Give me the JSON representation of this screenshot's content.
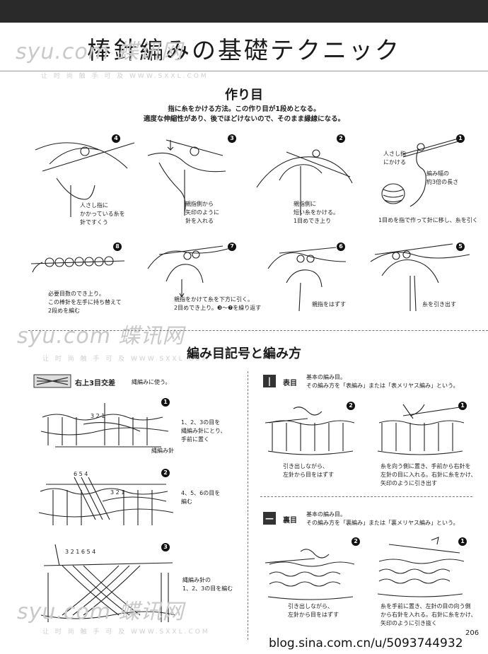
{
  "page": {
    "title": "棒針編みの基礎テクニック",
    "page_number": "206",
    "blog_url": "blog.sina.com.cn/u/5093744932"
  },
  "watermarks": [
    {
      "logo": "syu.com 蝶讯网",
      "sub": "让 时 尚 触 手 可 及  WWW.SXXL.COM"
    },
    {
      "logo": "syu.com 蝶讯网",
      "sub": "让 时 尚 触 手 可 及  WWW.SXXL.COM"
    },
    {
      "logo": "syu.com 蝶讯网",
      "sub": "让 时 尚 触 手 可 及  WWW.SXXL.COM"
    }
  ],
  "cast_on": {
    "heading": "作り目",
    "intro_line1": "指に糸をかける方法。この作り目が1段めとなる。",
    "intro_line2": "適度な伸縮性があり、後でほどけないので、そのまま縁線になる。",
    "steps": [
      {
        "num": "1",
        "caption_a": "人さし指\nにかける",
        "caption_b": "編み幅の\n約3倍の長さ",
        "caption": "1目めを指で作って針に移し、糸を引く"
      },
      {
        "num": "2",
        "caption": "親指側に\n短い糸をかける。\n1目めでき上り"
      },
      {
        "num": "3",
        "caption": "親指側から\n矢印のように\n針を入れる"
      },
      {
        "num": "4",
        "caption": "人さし指に\nかかっている糸を\n針ですくう"
      },
      {
        "num": "5",
        "caption": "糸を引き出す"
      },
      {
        "num": "6",
        "caption": "親指をはずす"
      },
      {
        "num": "7",
        "caption": "親指をかけて糸を下方に引く。\n2目めでき上り。❸〜❼を繰り返す"
      },
      {
        "num": "8",
        "caption": "必要目数のでき上り。\nこの棒針を左手に持ち替えて\n2段めを編む"
      }
    ]
  },
  "symbols": {
    "heading": "編み目記号と編み方",
    "cable": {
      "title": "右上3目交差",
      "note": "縄編みに使う。",
      "steps": [
        {
          "num": "1",
          "caption": "1、2、3の目を\n縄編み針にとり、\n手前に置く",
          "label": "縄編み針",
          "stitch_labels": "3 2 1"
        },
        {
          "num": "2",
          "caption": "4、5、6の目を\n編む",
          "stitch_labels_top": "6 5 4",
          "stitch_labels_mid": "3 2 1"
        },
        {
          "num": "3",
          "caption": "縄編み針の\n1、2、3の目を編む",
          "stitch_labels": "3 2 1 6 5 4"
        }
      ]
    },
    "knit": {
      "symbol": "|",
      "title": "表目",
      "desc_line1": "基本の編み目。",
      "desc_line2": "その編み方を「表編み」または「表メリヤス編み」という。",
      "steps": [
        {
          "num": "1",
          "caption": "糸を向う側に置き、手前から右針を\n左針の目に入れる。右針に糸をかけ、\n矢印のように引き出す"
        },
        {
          "num": "2",
          "caption": "引き出しながら、\n左針から目をはずす"
        }
      ]
    },
    "purl": {
      "symbol": "—",
      "title": "裏目",
      "desc_line1": "基本の編み目。",
      "desc_line2": "その編み方を「裏編み」または「裏メリヤス編み」という。",
      "steps": [
        {
          "num": "1",
          "caption": "糸を手前に置き、左針の目の向う側\nから右針を入れる。右針に糸をかけ、\n矢印のように引き抜く"
        },
        {
          "num": "2",
          "caption": "引き出しながら、\n左針から目をはずす"
        }
      ]
    }
  }
}
